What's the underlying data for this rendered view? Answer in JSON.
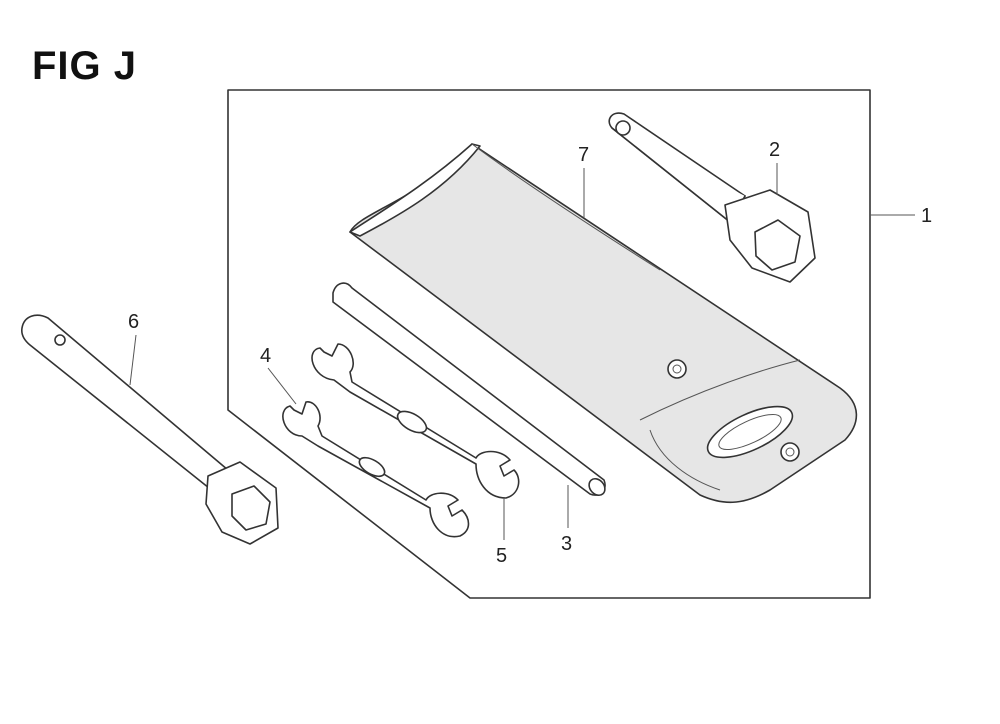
{
  "figure": {
    "title": "FIG J"
  },
  "callouts": {
    "c1": "1",
    "c2": "2",
    "c3": "3",
    "c4": "4",
    "c5": "5",
    "c6": "6",
    "c7": "7"
  },
  "parts": [
    {
      "ref": "1",
      "name": "tool-kit-assembly"
    },
    {
      "ref": "2",
      "name": "box-wrench"
    },
    {
      "ref": "3",
      "name": "bar"
    },
    {
      "ref": "4",
      "name": "open-end-wrench-small"
    },
    {
      "ref": "5",
      "name": "open-end-wrench-large"
    },
    {
      "ref": "6",
      "name": "spark-plug-wrench"
    },
    {
      "ref": "7",
      "name": "tool-bag"
    }
  ]
}
